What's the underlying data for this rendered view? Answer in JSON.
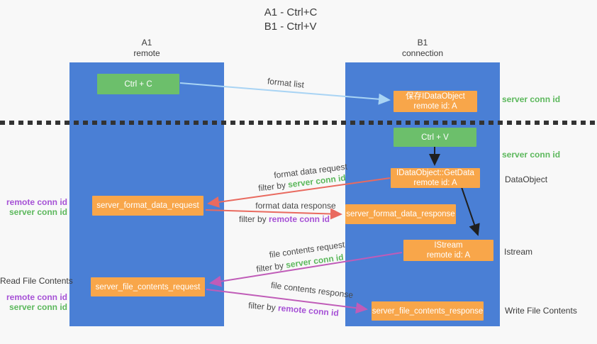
{
  "title": {
    "line1": "A1 - Ctrl+C",
    "line2": "B1 - Ctrl+V"
  },
  "lanes": {
    "a1": {
      "name": "A1",
      "subtitle": "remote"
    },
    "b1": {
      "name": "B1",
      "subtitle": "connection"
    }
  },
  "nodes": {
    "ctrl_c": {
      "label": "Ctrl + C"
    },
    "save_idataobject": {
      "line1": "保存IDataObject",
      "line2": "remote id: A"
    },
    "ctrl_v": {
      "label": "Ctrl + V"
    },
    "idataobject_getdata": {
      "line1": "IDataObject::GetData",
      "line2": "remote id: A"
    },
    "server_format_data_request": {
      "label": "server_format_data_request"
    },
    "server_format_data_response": {
      "label": "server_format_data_response"
    },
    "istream": {
      "line1": "IStream",
      "line2": "remote id: A"
    },
    "server_file_contents_request": {
      "label": "server_file_contents_request"
    },
    "server_file_contents_response": {
      "label": "server_file_contents_response"
    }
  },
  "arrow_labels": {
    "format_list": "format list",
    "format_data_request": "format data request",
    "format_data_response": "format data response",
    "file_contents_request": "file contents request",
    "file_contents_response": "file contents response",
    "filter_by": "filter by",
    "server_conn_id": "server conn id",
    "remote_conn_id": "remote conn id"
  },
  "side_labels": {
    "right_server_conn_id_1": "server conn id",
    "right_server_conn_id_2": "server conn id",
    "dataobject": "DataObject",
    "istream": "Istream",
    "write_file_contents": "Write File Contents",
    "left_remote_conn_id_1": "remote conn id",
    "left_server_conn_id_1": "server conn id",
    "read_file_contents": "Read File Contents",
    "left_remote_conn_id_2": "remote conn id",
    "left_server_conn_id_2": "server conn id"
  },
  "colors": {
    "background": "#f8f8f8",
    "lane_blue": "#4a7fd5",
    "node_green": "#6cbf6b",
    "node_orange": "#f8a64a",
    "arrow_light_blue": "#a9d4f4",
    "arrow_red": "#e96a5f",
    "arrow_magenta": "#c05cb8",
    "arrow_black": "#1f1f1f",
    "text_green": "#5cb85c",
    "text_purple": "#a651d6",
    "dotted_line": "#333333"
  }
}
